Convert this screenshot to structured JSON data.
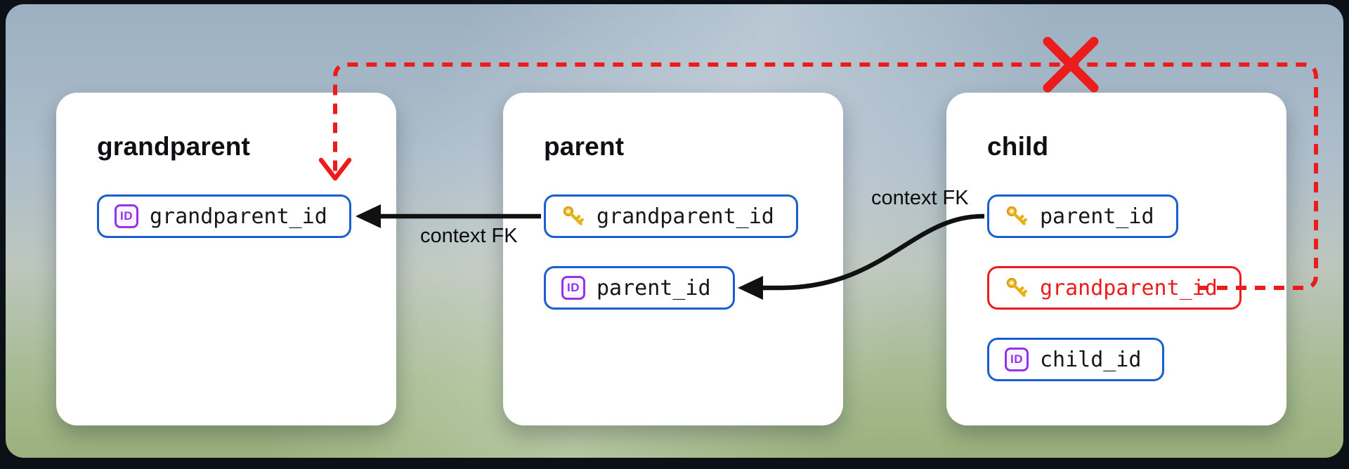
{
  "colors": {
    "pill_border_blue": "#1a5fd0",
    "invalid_red": "#ed1c1c",
    "arrow_black": "#111111",
    "card_background": "#ffffff",
    "id_badge_purple": "#9333ea",
    "key_gold": "#eab308"
  },
  "icons": {
    "id_badge_text": "ID"
  },
  "tables": [
    {
      "name": "grandparent",
      "fields": [
        {
          "icon": "id-badge",
          "label": "grandparent_id"
        }
      ]
    },
    {
      "name": "parent",
      "fields": [
        {
          "icon": "key",
          "label": "grandparent_id"
        },
        {
          "icon": "id-badge",
          "label": "parent_id"
        }
      ]
    },
    {
      "name": "child",
      "fields": [
        {
          "icon": "key",
          "label": "parent_id"
        },
        {
          "icon": "key",
          "label": "grandparent_id",
          "invalid": true
        },
        {
          "icon": "id-badge",
          "label": "child_id"
        }
      ]
    }
  ],
  "edges": [
    {
      "label": "context FK",
      "from": "parent.grandparent_id",
      "to": "grandparent.grandparent_id",
      "type": "solid-arrow"
    },
    {
      "label": "context FK",
      "from": "child.parent_id",
      "to": "parent.parent_id",
      "type": "solid-arrow"
    },
    {
      "label": "",
      "from": "child.grandparent_id",
      "to": "grandparent.grandparent_id",
      "type": "dashed-invalid",
      "marker": "x-cross"
    }
  ]
}
